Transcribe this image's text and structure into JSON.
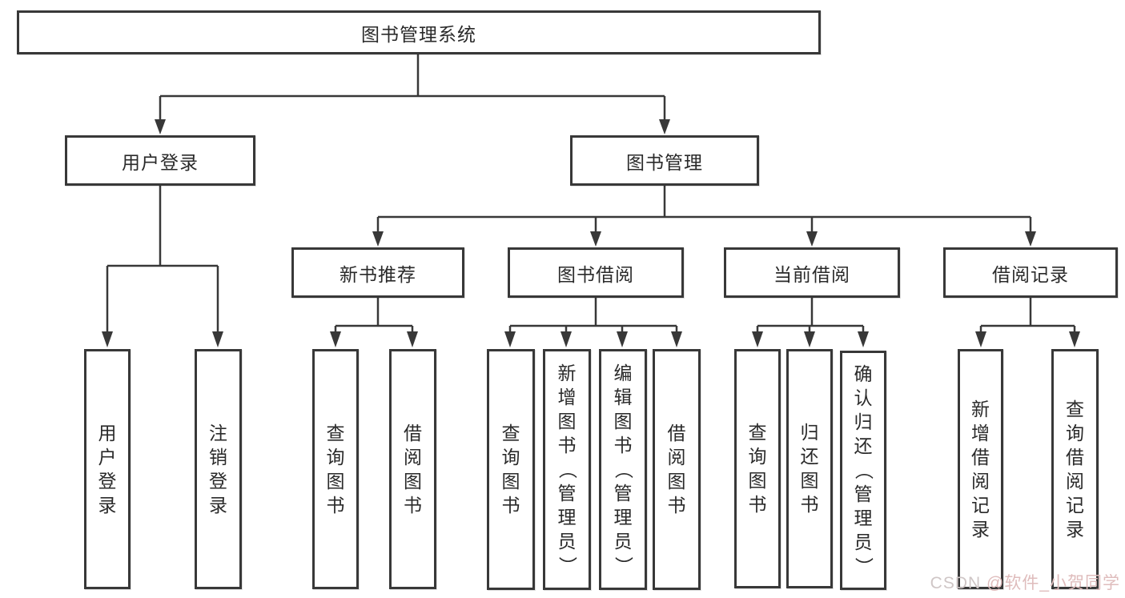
{
  "tree": {
    "label": "图书管理系统",
    "children": [
      {
        "label": "用户登录",
        "children": [
          {
            "label": "用户登录"
          },
          {
            "label": "注销登录"
          }
        ]
      },
      {
        "label": "图书管理",
        "children": [
          {
            "label": "新书推荐",
            "children": [
              {
                "label": "查询图书"
              },
              {
                "label": "借阅图书"
              }
            ]
          },
          {
            "label": "图书借阅",
            "children": [
              {
                "label": "查询图书"
              },
              {
                "label": "新增图书（管理员）"
              },
              {
                "label": "编辑图书（管理员）"
              },
              {
                "label": "借阅图书"
              }
            ]
          },
          {
            "label": "当前借阅",
            "children": [
              {
                "label": "查询图书"
              },
              {
                "label": "归还图书"
              },
              {
                "label": "确认归还（管理员）"
              }
            ]
          },
          {
            "label": "借阅记录",
            "children": [
              {
                "label": "新增借阅记录"
              },
              {
                "label": "查询借阅记录"
              }
            ]
          }
        ]
      }
    ]
  },
  "watermark": {
    "prefix": "CSDN ",
    "author": "@软件_小贺同学"
  },
  "colors": {
    "line": "#383838",
    "box_border": "#383838",
    "text": "#2a2a2a",
    "watermark_prefix": "#cfc6c6",
    "watermark_author": "#dfbcbc",
    "background": "#ffffff"
  }
}
